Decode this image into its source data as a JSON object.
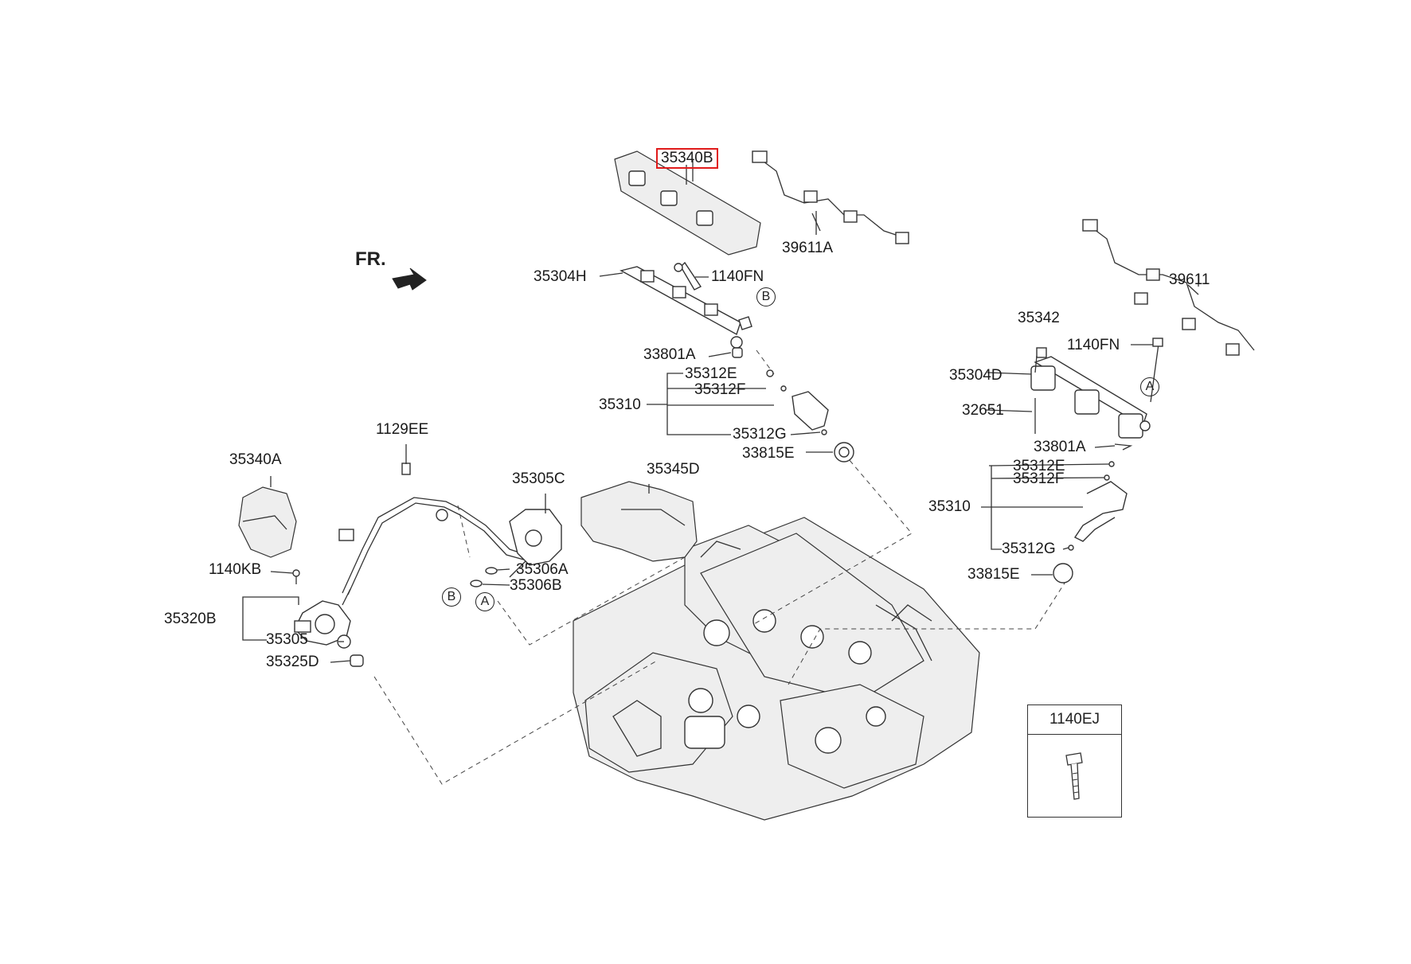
{
  "direction_label": "FR.",
  "highlighted_part": "35340B",
  "part_labels": {
    "p35340B": "35340B",
    "p39611A": "39611A",
    "p39611": "39611",
    "p35304H": "35304H",
    "p1140FN_a": "1140FN",
    "p33801A_a": "33801A",
    "p35312E_a": "35312E",
    "p35312F_a": "35312F",
    "p35310_a": "35310",
    "p35312G_a": "35312G",
    "p33815E_a": "33815E",
    "p35342": "35342",
    "p1140FN_b": "1140FN",
    "p35304D": "35304D",
    "p32651": "32651",
    "p33801A_b": "33801A",
    "p35312E_b": "35312E",
    "p35312F_b": "35312F",
    "p35310_b": "35310",
    "p35312G_b": "35312G",
    "p33815E_b": "33815E",
    "p1129EE": "1129EE",
    "p35340A": "35340A",
    "p35305C": "35305C",
    "p35345D": "35345D",
    "p1140KB": "1140KB",
    "p35306A": "35306A",
    "p35306B": "35306B",
    "p35320B": "35320B",
    "p35305": "35305",
    "p35325D": "35325D"
  },
  "reference_circles": {
    "b_top": "B",
    "a_right": "A",
    "b_left": "B",
    "a_left": "A"
  },
  "legend_box": {
    "part": "1140EJ"
  }
}
